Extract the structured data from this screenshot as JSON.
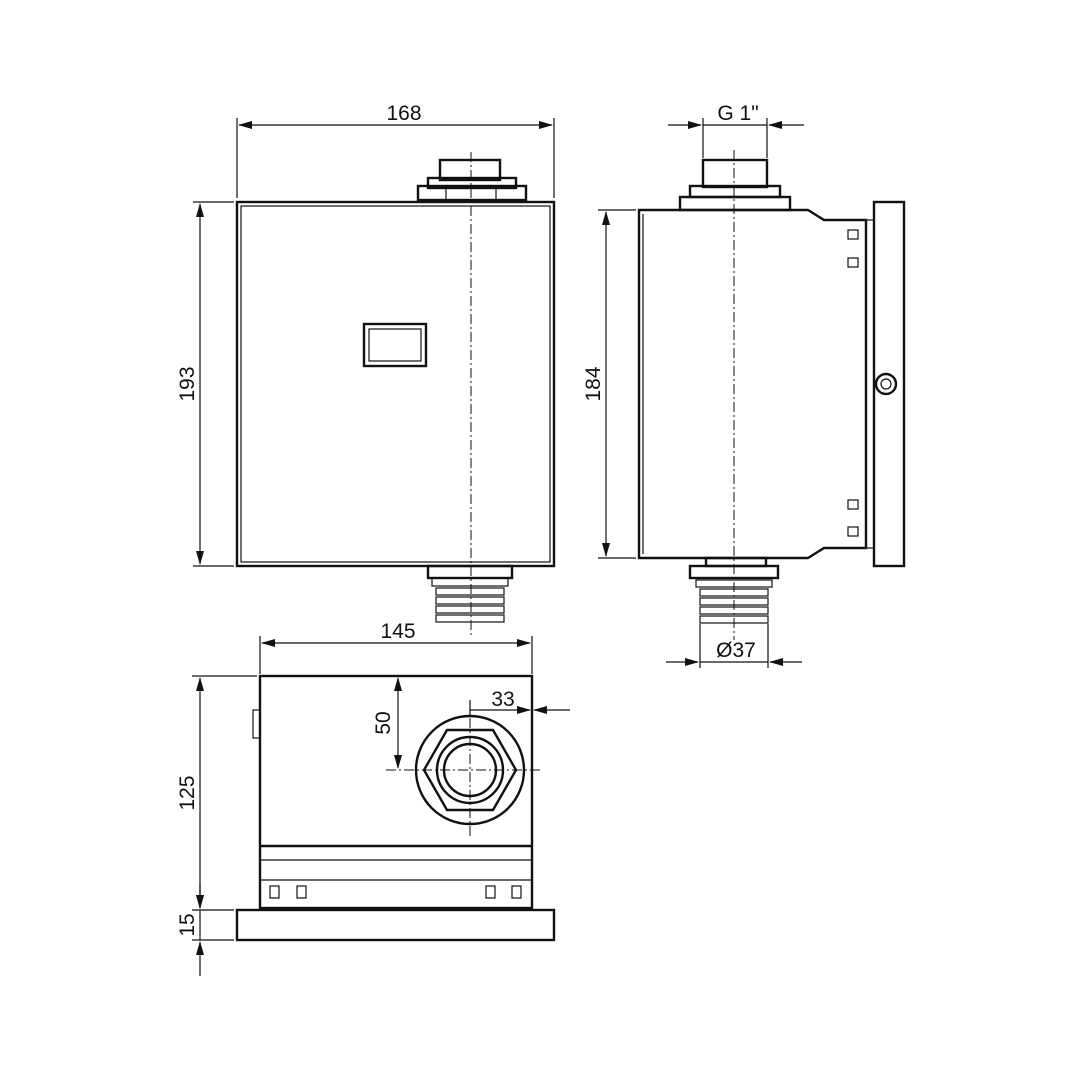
{
  "drawing": {
    "views": [
      "front-view",
      "side-view",
      "bottom-view"
    ]
  },
  "dimensions": {
    "front_width": "168",
    "front_height": "193",
    "thread": "G 1\"",
    "side_height": "184",
    "outlet_diameter": "Ø37",
    "bottom_width": "145",
    "bottom_depth": "125",
    "offset_vertical": "50",
    "offset_horizontal": "33",
    "plate_thickness": "15"
  },
  "colors": {
    "line": "#111111",
    "background": "#ffffff"
  }
}
